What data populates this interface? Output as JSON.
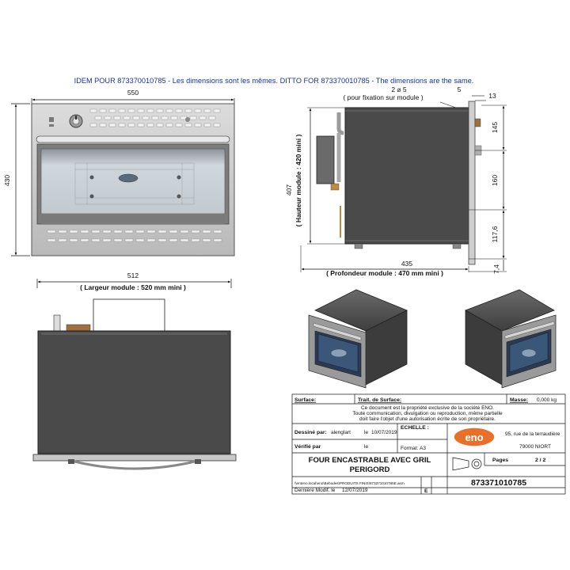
{
  "header": {
    "note": "IDEM POUR 873370010785 - Les dimensions sont les mêmes.  DITTO FOR 873370010785 - The dimensions are the same."
  },
  "front_view": {
    "width_label": "550",
    "height_label": "430"
  },
  "side_view": {
    "top_label_a": "2 ⌀ 5",
    "top_label_b": "5",
    "fixation_label": "( pour fixation sur module )",
    "right_label_13": "13",
    "height_label": "407",
    "height_note": "( Hauteur module : 420 mini )",
    "seg_145": "145",
    "seg_160": "160",
    "seg_117": "117,6",
    "seg_74": "7,4",
    "depth_label": "435",
    "depth_note": "( Profondeur module : 470 mm mini )"
  },
  "top_view": {
    "width_label": "512",
    "width_note": "( Largeur module : 520 mm mini )"
  },
  "title_block": {
    "surface_label": "Surface:",
    "treatment_label": "Trait. de Surface:",
    "mass_label": "Masse:",
    "mass_value": "0,000 kg",
    "legal_1": "Ce document est la propriété exclusive de la société ENO.",
    "legal_2": "Toute communication, divulgation ou reproduction, même partielle",
    "legal_3": "doit faire l'objet d'une autorisation écrite de son propriétaire.",
    "drawn_label": "Dessiné par:",
    "drawn_value": "alenglart",
    "drawn_date_prefix": "le",
    "drawn_date": "10/07/2019",
    "checked_label": "Vérifié par",
    "checked_date_prefix": "le",
    "scale_label": "ECHELLE :",
    "format_label": "Format:",
    "format_value": "A3",
    "logo_text": "eno",
    "address_1": "95, rue de la terraudière",
    "address_2": "79000 NIORT",
    "product_title_1": "FOUR ENCASTRABLE AVEC GRIL",
    "product_title_2": "PERIGORD",
    "pages_label": "Pages",
    "pages_value": "2 / 2",
    "file_path": "\\\\enteno.local\\eno\\Bebodes\\PRODUITS FINIS\\873371010785E.asm",
    "part_number": "873371010785",
    "last_modified_label": "Dernière Modif. le",
    "last_modified_date": "12/07/2019",
    "revision": "E"
  },
  "colors": {
    "frame": "#5a5a5a",
    "steel": "#c8c8c8",
    "dark_body": "#4a4a4a",
    "glass": "#c9d1d8",
    "header_blue": "#1a2f9c",
    "logo_orange": "#e8702a"
  }
}
